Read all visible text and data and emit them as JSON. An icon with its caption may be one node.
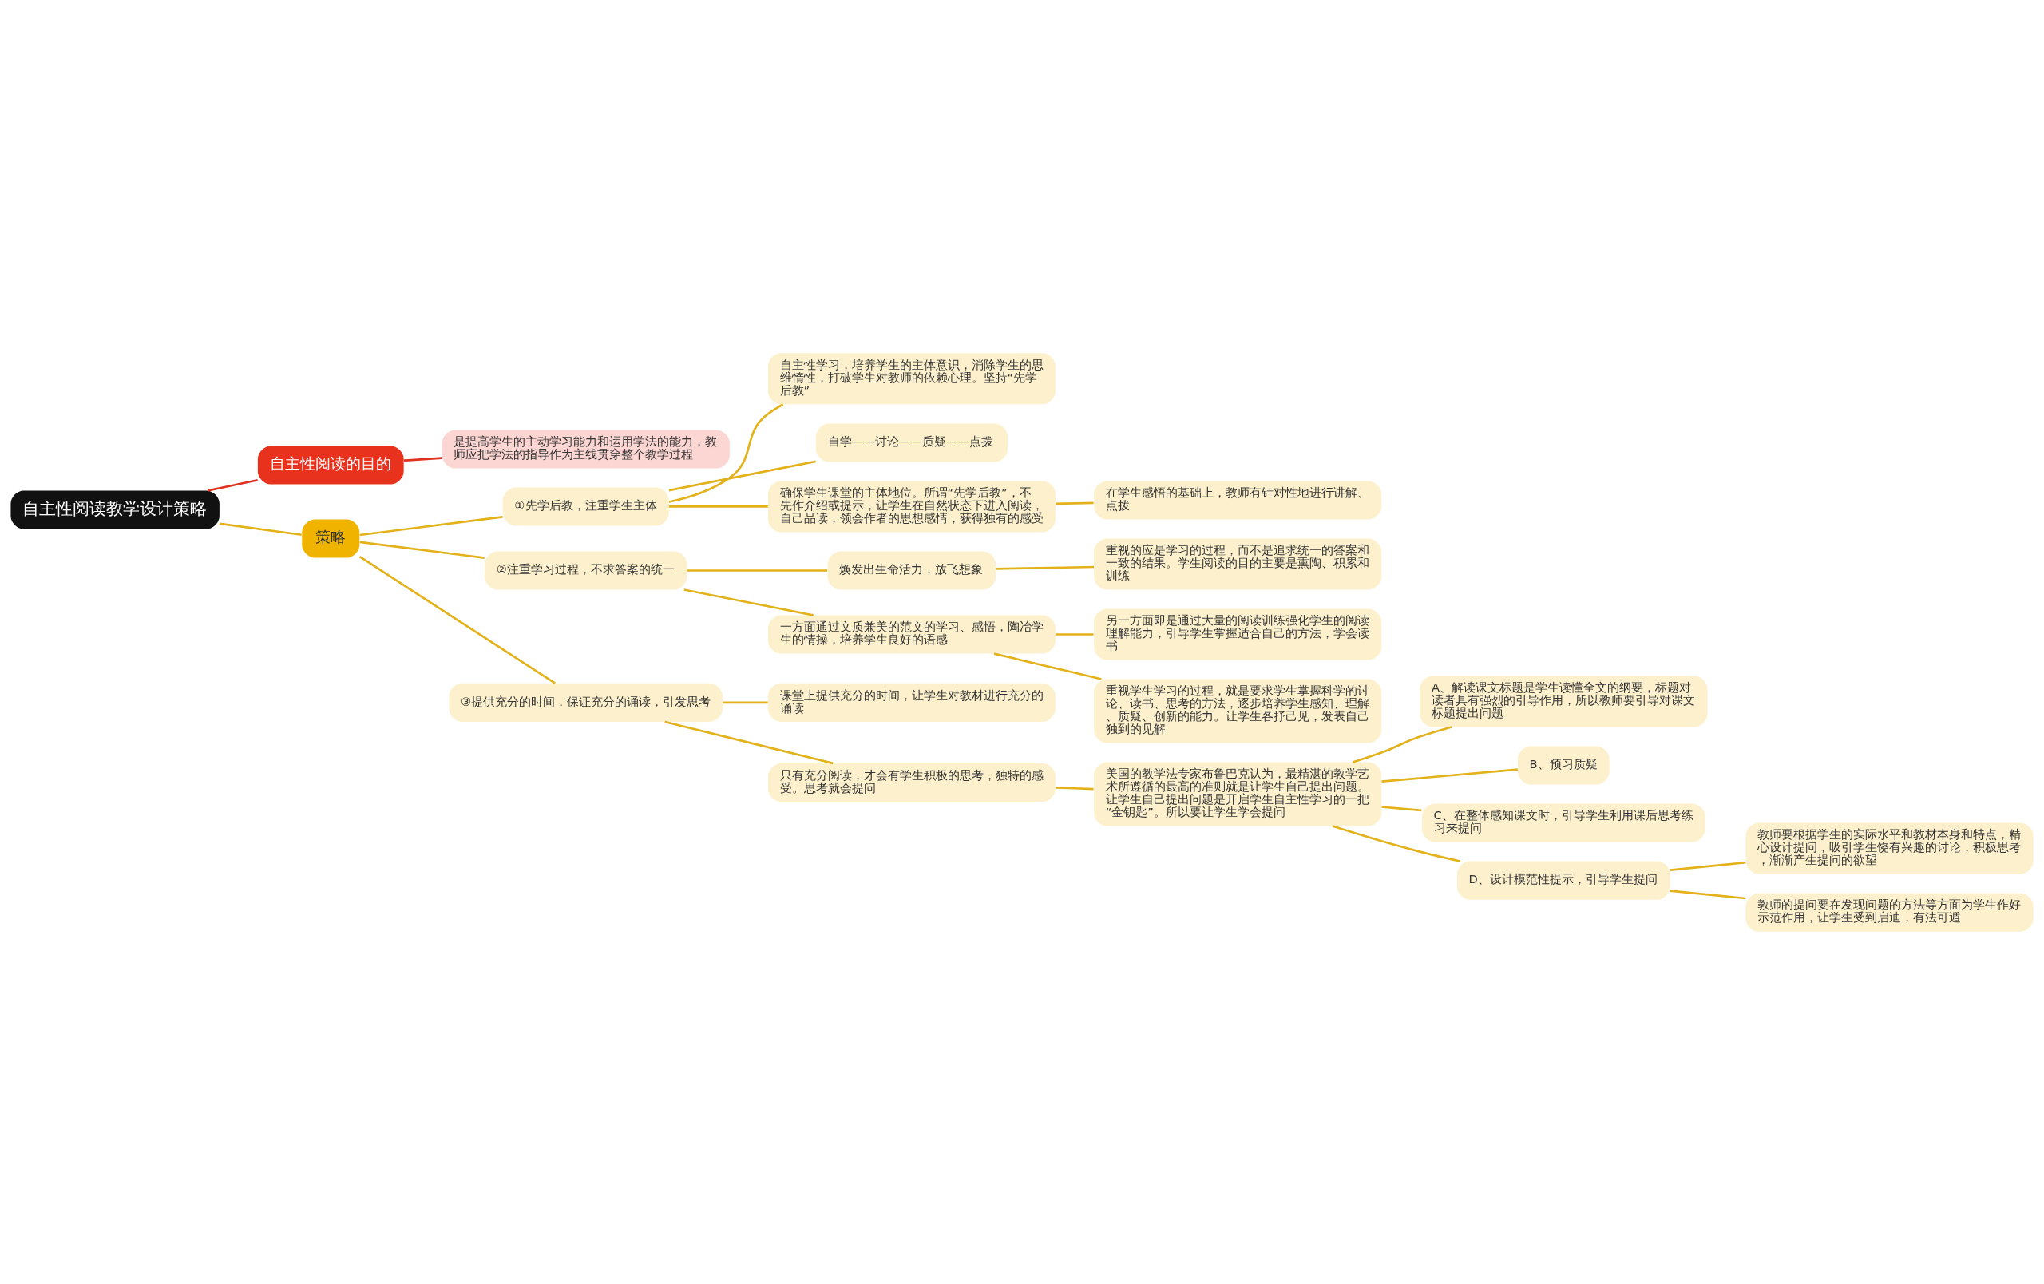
{
  "diagram": {
    "nodes": [
      {
        "text": [
          "自主性阅读教学设计策略"
        ]
      },
      {
        "text": [
          "自主性阅读的目的"
        ]
      },
      {
        "text": [
          "是提高学生的主动学习能力和运用学法的能力，教师应把学法的指导作为主线贯穿整个教学过程"
        ]
      },
      {
        "text": [
          "策略"
        ]
      },
      {
        "text": [
          "①先学后教，注重学生主体"
        ]
      },
      {
        "text": [
          "自主性学习，培养学生的主体意识，消除学生的思维惰性，打破学生对教师的依赖心理。坚持“先学后教”"
        ]
      },
      {
        "text": [
          "自学——讨论——质疑——点拨"
        ]
      },
      {
        "text": [
          "确保学生课堂的主体地位。所谓“先学后教”，不先作介绍或提示，让学生在自然状态下进入阅读，自己品读，领会作者的思想感情，获得独有的感受"
        ]
      },
      {
        "text": [
          "在学生感悟的基础上，教师有针对性地进行讲解、点拨"
        ]
      },
      {
        "text": [
          "②注重学习过程，不求答案的统一"
        ]
      },
      {
        "text": [
          "焕发出生命活力，放飞想象"
        ]
      },
      {
        "text": [
          "重视的应是学习的过程，而不是追求统一的答案和一致的结果。学生阅读的目的主要是熏陶、积累和训练"
        ]
      },
      {
        "text": [
          "一方面通过文质兼美的范文的学习、感悟，陶冶学生的情操，培养学生良好的语感"
        ]
      },
      {
        "text": [
          "另一方面即是通过大量的阅读训练强化学生的阅读理解能力，引导学生掌握适合自己的方法，学会读书"
        ]
      },
      {
        "text": [
          "重视学生学习的过程，就是要求学生掌握科学的讨论、读书、思考的方法，逐步培养学生感知、理解、质疑、创新的能力。让学生各抒己见，发表自己独到的见解"
        ]
      },
      {
        "text": [
          "③提供充分的时间，保证充分的诵读，引发思考"
        ]
      },
      {
        "text": [
          "课堂上提供充分的时间，让学生对教材进行充分的诵读"
        ]
      },
      {
        "text": [
          "只有充分阅读，才会有学生积极的思考，独特的感受。思考就会提问"
        ]
      },
      {
        "text": [
          "美国的教学法专家布鲁巴克认为，最精湛的教学艺术所遵循的最高的准则就是让学生自己提出问题。让学生自己提出问题是开启学生自主性学习的一把“金钥匙”。所以要让学生学会提问"
        ]
      },
      {
        "text": [
          "A、解读课文标题是学生读懂全文的纲要，标题对读者具有强烈的引导作用，所以教师要引导对课文标题提出问题"
        ]
      },
      {
        "text": [
          "B、预习质疑"
        ]
      },
      {
        "text": [
          "C、在整体感知课文时，引导学生利用课后思考练习来提问"
        ]
      },
      {
        "text": [
          "D、设计模范性提示，引导学生提问"
        ]
      },
      {
        "text": [
          "教师要根据学生的实际水平和教材本身和特点，精心设计提问，吸引学生饶有兴趣的讨论，积极思考，渐渐产生提问的欲望"
        ]
      },
      {
        "text": [
          "教师的提问要在发现问题的方法等方面为学生作好示范作用，让学生受到启迪，有法可遁"
        ]
      }
    ],
    "edges": [
      {
        "from": 0,
        "to": 1,
        "arrow": "none",
        "color": "#e0301e"
      },
      {
        "from": 1,
        "to": 2,
        "arrow": "none",
        "color": "#e0301e"
      },
      {
        "from": 0,
        "to": 3,
        "arrow": "none"
      },
      {
        "from": 3,
        "to": 4,
        "arrow": "none"
      },
      {
        "from": 4,
        "to": 5,
        "arrow": "none"
      },
      {
        "from": 4,
        "to": 6,
        "arrow": "none"
      },
      {
        "from": 4,
        "to": 7,
        "arrow": "none"
      },
      {
        "from": 7,
        "to": 8,
        "arrow": "none"
      },
      {
        "from": 3,
        "to": 9,
        "arrow": "none"
      },
      {
        "from": 9,
        "to": 10,
        "arrow": "none"
      },
      {
        "from": 10,
        "to": 11,
        "arrow": "none"
      },
      {
        "from": 9,
        "to": 12,
        "arrow": "none"
      },
      {
        "from": 12,
        "to": 13,
        "arrow": "none"
      },
      {
        "from": 12,
        "to": 14,
        "arrow": "none"
      },
      {
        "from": 3,
        "to": 15,
        "arrow": "none"
      },
      {
        "from": 15,
        "to": 16,
        "arrow": "none"
      },
      {
        "from": 15,
        "to": 17,
        "arrow": "none"
      },
      {
        "from": 17,
        "to": 18,
        "arrow": "none"
      },
      {
        "from": 18,
        "to": 19,
        "arrow": "none"
      },
      {
        "from": 18,
        "to": 20,
        "arrow": "none"
      },
      {
        "from": 18,
        "to": 21,
        "arrow": "none"
      },
      {
        "from": 18,
        "to": 22,
        "arrow": "none"
      },
      {
        "from": 22,
        "to": 23,
        "arrow": "none"
      },
      {
        "from": 22,
        "to": 24,
        "arrow": "none"
      }
    ]
  }
}
